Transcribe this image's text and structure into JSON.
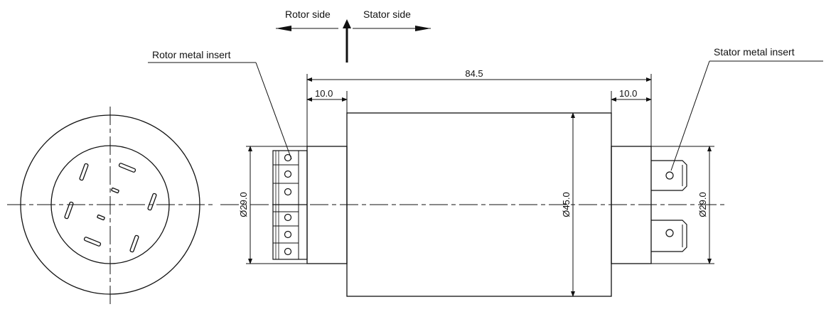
{
  "direction": {
    "rotor_side": "Rotor side",
    "stator_side": "Stator  side"
  },
  "labels": {
    "rotor_insert": "Rotor metal insert",
    "stator_insert": "Stator metal insert"
  },
  "dimensions": {
    "overall_length": "84.5",
    "left_offset": "10.0",
    "right_offset": "10.0",
    "body_diameter": "Ø45.0",
    "left_diameter": "Ø29.0",
    "right_diameter": "Ø29.0"
  },
  "colors": {
    "line": "#111111",
    "background": "#ffffff"
  }
}
